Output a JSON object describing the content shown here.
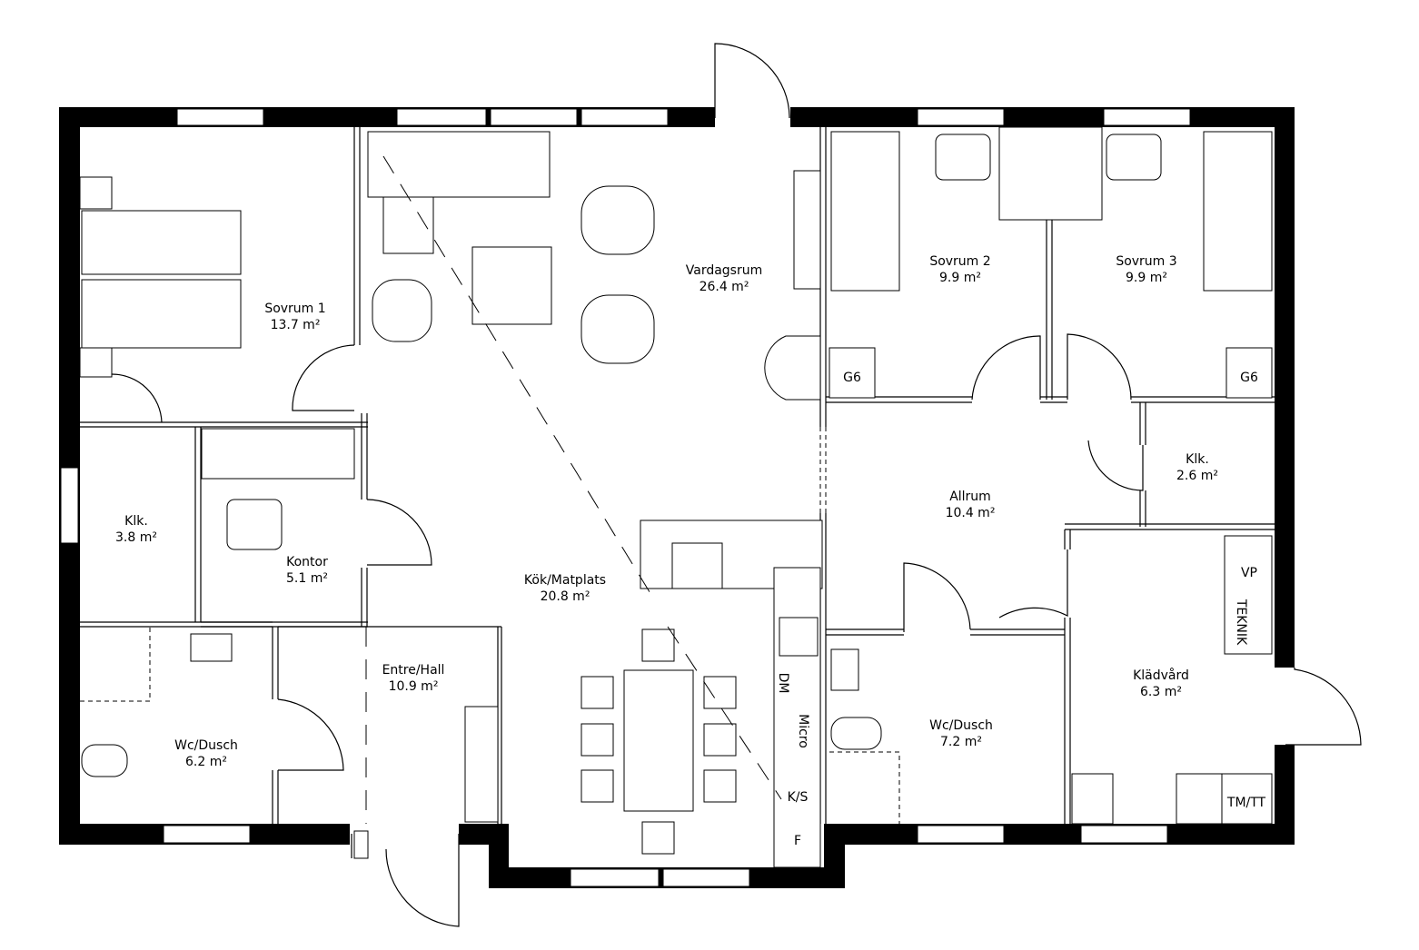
{
  "rooms": [
    {
      "name": "Sovrum 1",
      "area": "13.7 m²"
    },
    {
      "name": "Vardagsrum",
      "area": "26.4 m²"
    },
    {
      "name": "Sovrum 2",
      "area": "9.9 m²"
    },
    {
      "name": "Sovrum 3",
      "area": "9.9 m²"
    },
    {
      "name": "Klk.",
      "area": "3.8 m²"
    },
    {
      "name": "Kontor",
      "area": "5.1 m²"
    },
    {
      "name": "Allrum",
      "area": "10.4 m²"
    },
    {
      "name": "Klk.",
      "area": "2.6 m²"
    },
    {
      "name": "Kök/Matplats",
      "area": "20.8 m²"
    },
    {
      "name": "Entre/Hall",
      "area": "10.9 m²"
    },
    {
      "name": "Wc/Dusch",
      "area": "6.2 m²"
    },
    {
      "name": "Wc/Dusch",
      "area": "7.2 m²"
    },
    {
      "name": "Klädvård",
      "area": "6.3 m²"
    }
  ],
  "fixtures": {
    "wardrobe_g6_a": "G6",
    "wardrobe_g6_b": "G6",
    "heat_pump": "VP",
    "technical": "TEKNIK",
    "dishwasher": "DM",
    "microwave": "Micro",
    "fridge_freezer": "K/S",
    "freezer": "F",
    "washer_dryer": "TM/TT"
  }
}
